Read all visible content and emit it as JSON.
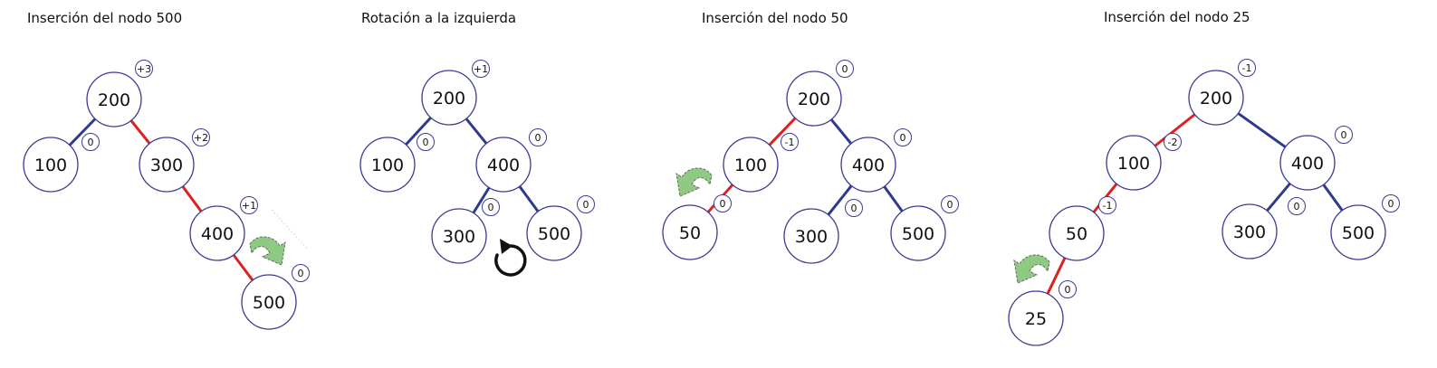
{
  "colors": {
    "edge_normal": "#2e3a8c",
    "edge_highlight": "#e0201e",
    "node_stroke": "#3b3b94",
    "arrow_fill": "#8fca84",
    "rotation_icon": "#111111"
  },
  "panels": [
    {
      "id": "panel-1",
      "title": "Inserción del nodo 500",
      "nodes": [
        {
          "id": "n200",
          "label": "200",
          "balance": "+3"
        },
        {
          "id": "n100",
          "label": "100",
          "balance": "0"
        },
        {
          "id": "n300",
          "label": "300",
          "balance": "+2"
        },
        {
          "id": "n400",
          "label": "400",
          "balance": "+1"
        },
        {
          "id": "n500",
          "label": "500",
          "balance": "0"
        }
      ],
      "edges": [
        {
          "from": "n200",
          "to": "n100",
          "highlight": false
        },
        {
          "from": "n200",
          "to": "n300",
          "highlight": true
        },
        {
          "from": "n300",
          "to": "n400",
          "highlight": true
        },
        {
          "from": "n400",
          "to": "n500",
          "highlight": true
        }
      ],
      "icon": "curved-arrow-right-icon"
    },
    {
      "id": "panel-2",
      "title": "Rotación a la izquierda",
      "nodes": [
        {
          "id": "n200",
          "label": "200",
          "balance": "+1"
        },
        {
          "id": "n100",
          "label": "100",
          "balance": "0"
        },
        {
          "id": "n400",
          "label": "400",
          "balance": "0"
        },
        {
          "id": "n300",
          "label": "300",
          "balance": "0"
        },
        {
          "id": "n500",
          "label": "500",
          "balance": "0"
        }
      ],
      "edges": [
        {
          "from": "n200",
          "to": "n100",
          "highlight": false
        },
        {
          "from": "n200",
          "to": "n400",
          "highlight": false
        },
        {
          "from": "n400",
          "to": "n300",
          "highlight": false
        },
        {
          "from": "n400",
          "to": "n500",
          "highlight": false
        }
      ],
      "icon": "rotate-counterclockwise-icon"
    },
    {
      "id": "panel-3",
      "title": "Inserción del nodo 50",
      "nodes": [
        {
          "id": "n200",
          "label": "200",
          "balance": "0"
        },
        {
          "id": "n100",
          "label": "100",
          "balance": "-1"
        },
        {
          "id": "n400",
          "label": "400",
          "balance": "0"
        },
        {
          "id": "n50",
          "label": "50",
          "balance": "0"
        },
        {
          "id": "n300",
          "label": "300",
          "balance": "0"
        },
        {
          "id": "n500",
          "label": "500",
          "balance": "0"
        }
      ],
      "edges": [
        {
          "from": "n200",
          "to": "n100",
          "highlight": true
        },
        {
          "from": "n200",
          "to": "n400",
          "highlight": false
        },
        {
          "from": "n100",
          "to": "n50",
          "highlight": true
        },
        {
          "from": "n400",
          "to": "n300",
          "highlight": false
        },
        {
          "from": "n400",
          "to": "n500",
          "highlight": false
        }
      ],
      "icon": "curved-arrow-left-icon"
    },
    {
      "id": "panel-4",
      "title": "Inserción del nodo 25",
      "nodes": [
        {
          "id": "n200",
          "label": "200",
          "balance": "-1"
        },
        {
          "id": "n100",
          "label": "100",
          "balance": "-2"
        },
        {
          "id": "n400",
          "label": "400",
          "balance": "0"
        },
        {
          "id": "n50",
          "label": "50",
          "balance": "-1"
        },
        {
          "id": "n300",
          "label": "300",
          "balance": "0"
        },
        {
          "id": "n500",
          "label": "500",
          "balance": "0"
        },
        {
          "id": "n25",
          "label": "25",
          "balance": "0"
        }
      ],
      "edges": [
        {
          "from": "n200",
          "to": "n100",
          "highlight": true
        },
        {
          "from": "n200",
          "to": "n400",
          "highlight": false
        },
        {
          "from": "n100",
          "to": "n50",
          "highlight": true
        },
        {
          "from": "n50",
          "to": "n25",
          "highlight": true
        },
        {
          "from": "n400",
          "to": "n300",
          "highlight": false
        },
        {
          "from": "n400",
          "to": "n500",
          "highlight": false
        }
      ],
      "icon": "curved-arrow-left-icon"
    }
  ]
}
